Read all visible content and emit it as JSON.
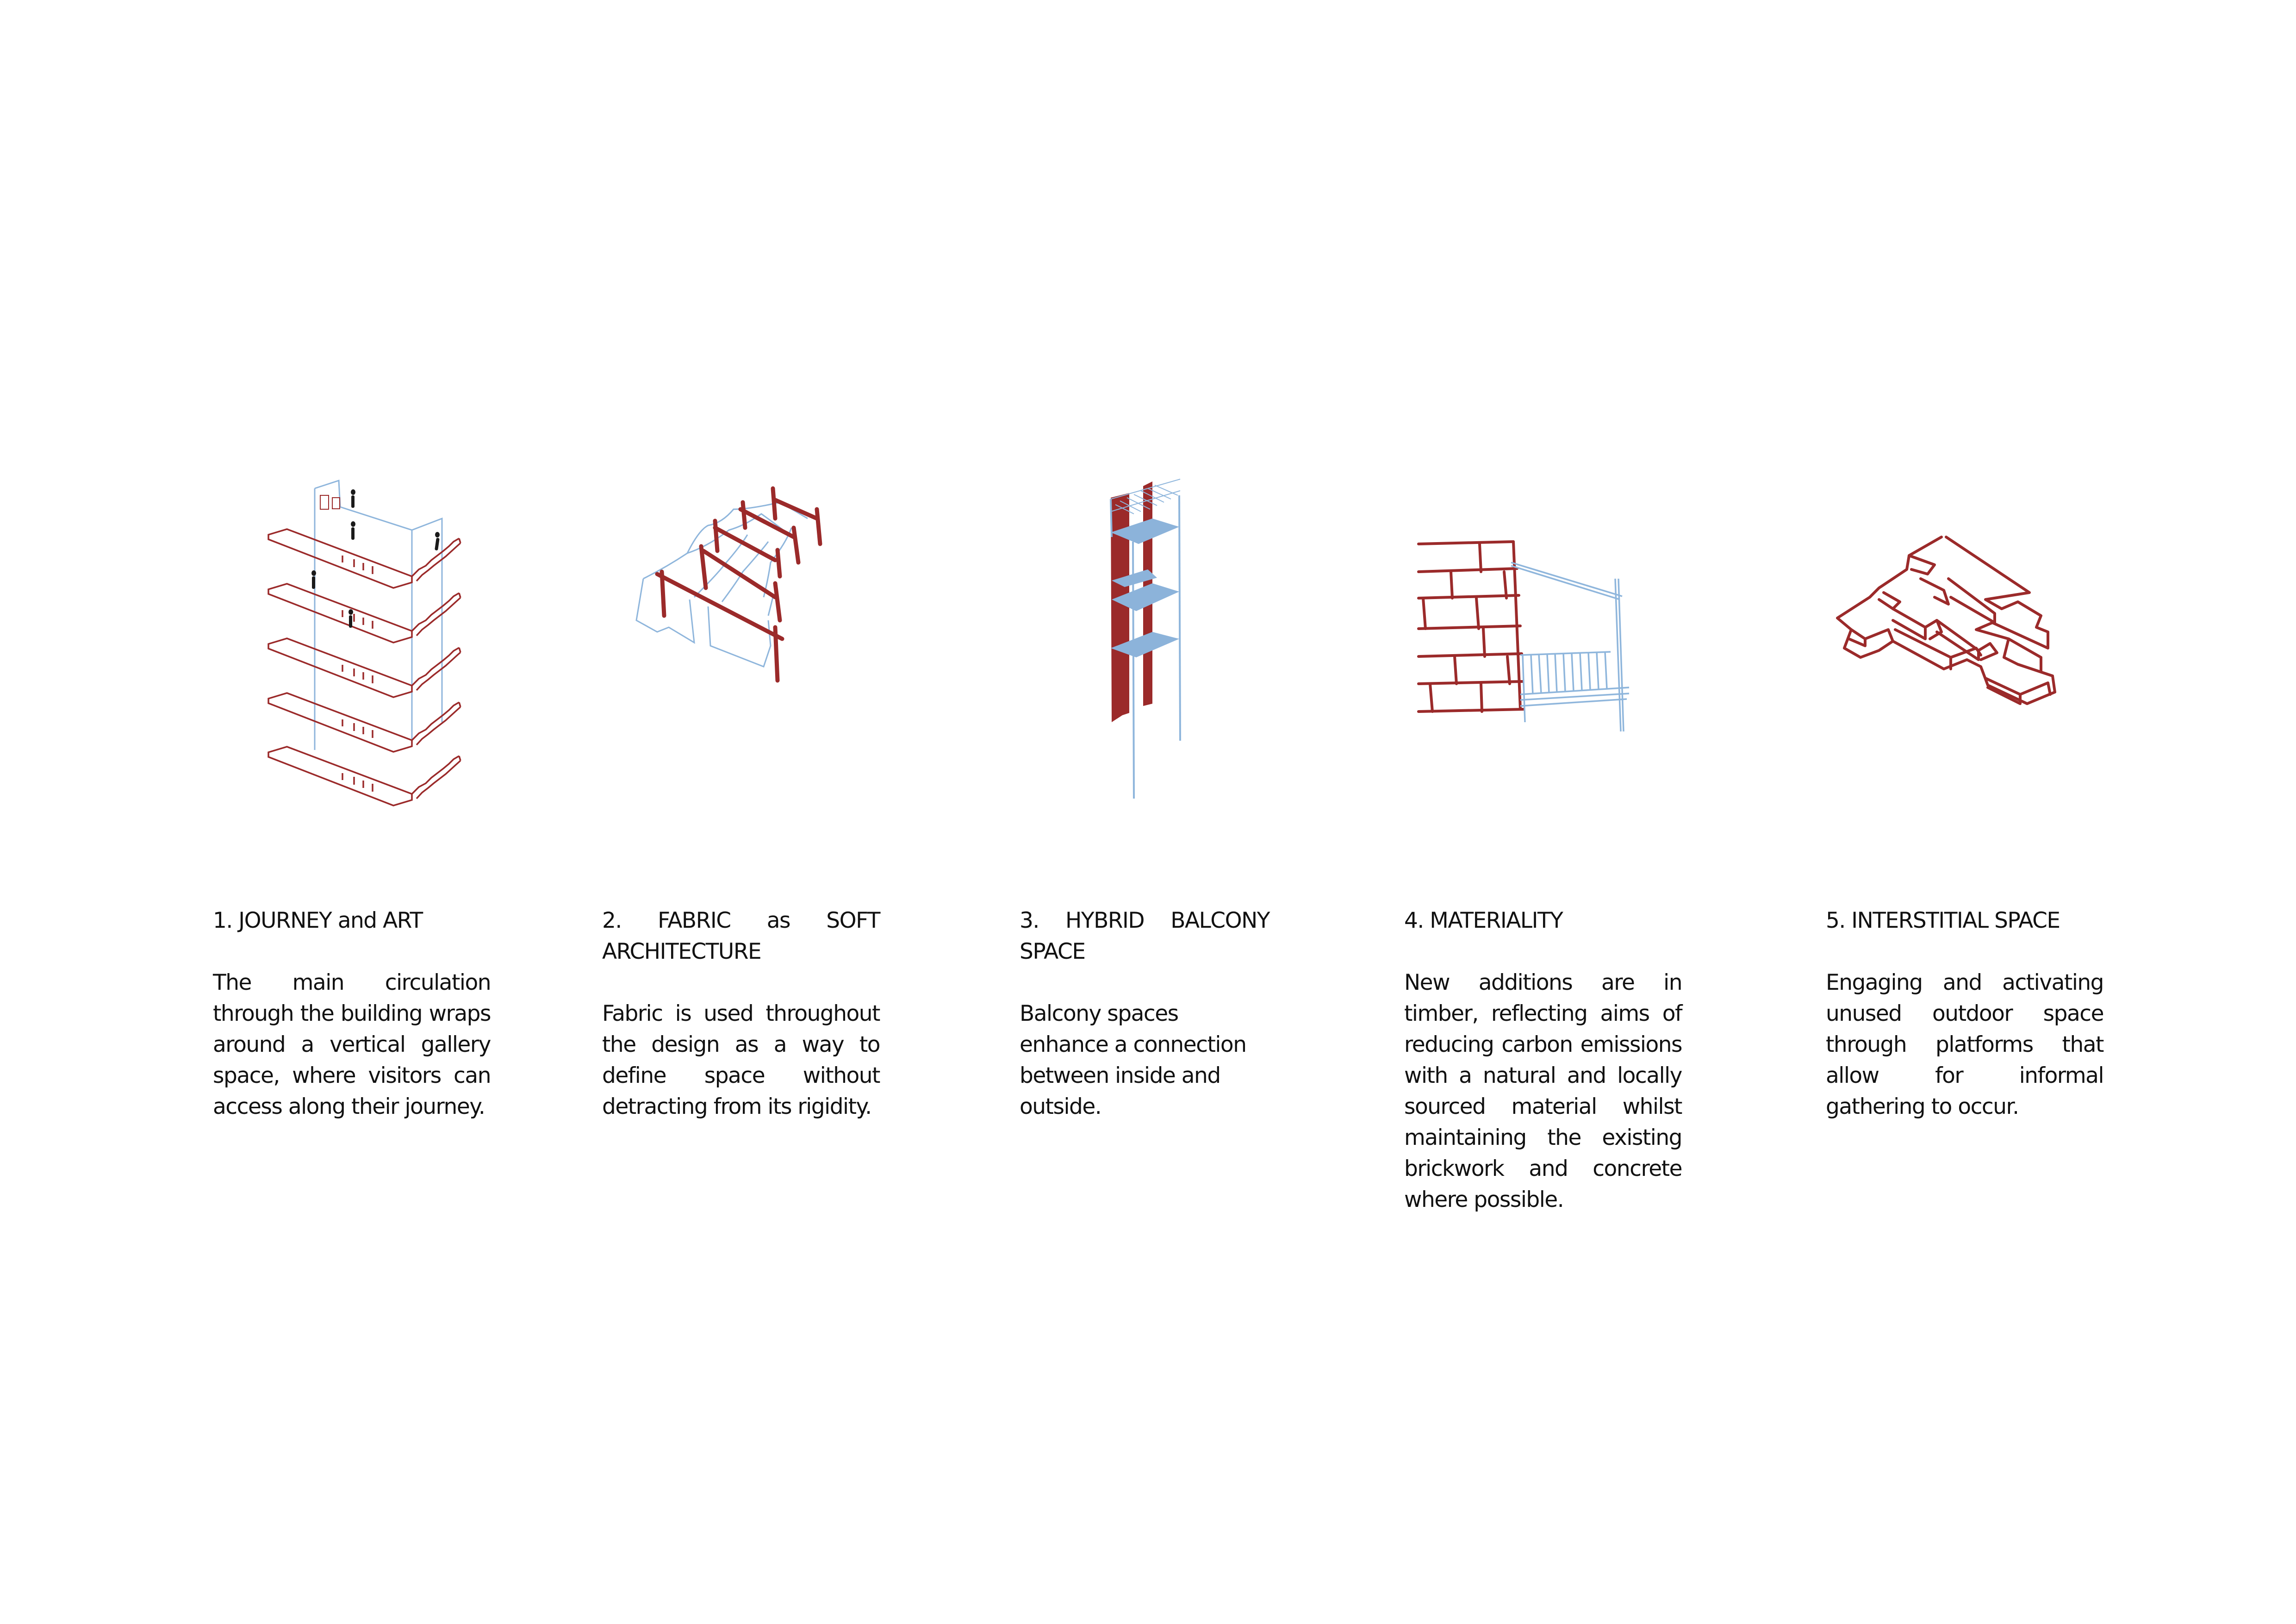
{
  "colors": {
    "timber_red": "#9b2a2a",
    "sky_blue": "#8fb6dc",
    "balcony_fill": "#8cb3da",
    "figure_black": "#1a1a1a",
    "text": "#111111",
    "background": "#ffffff"
  },
  "concepts": [
    {
      "number": "1.",
      "title": "1. JOURNEY and ART",
      "body": "The main circulation through the building wraps around a vertical gallery space, where visitors can access along their journey.",
      "diagram": "stacked-staircases-around-gallery"
    },
    {
      "number": "2.",
      "title": "2. FABRIC as SOFT ARCHITECTURE",
      "body": "Fabric is used throughout the design as a way to define space without detracting from its rigidity.",
      "diagram": "fabric-draped-over-timber-frame"
    },
    {
      "number": "3.",
      "title": "3. HYBRID BALCONY SPACE",
      "body": "Balcony spaces enhance a connection between inside and outside.",
      "diagram": "vertical-balcony-tower"
    },
    {
      "number": "4.",
      "title": "4. MATERIALITY",
      "body": "New additions are in timber, reflecting aims of reducing carbon emissions with a natural and locally sourced material whilst maintaining the existing brickwork and concrete where possible.",
      "diagram": "brick-wall-with-timber-balcony"
    },
    {
      "number": "5.",
      "title": "5. INTERSTITIAL SPACE",
      "body": "Engaging and activating unused outdoor space through platforms that allow for informal gathering to occur.",
      "diagram": "stepped-platforms"
    }
  ]
}
